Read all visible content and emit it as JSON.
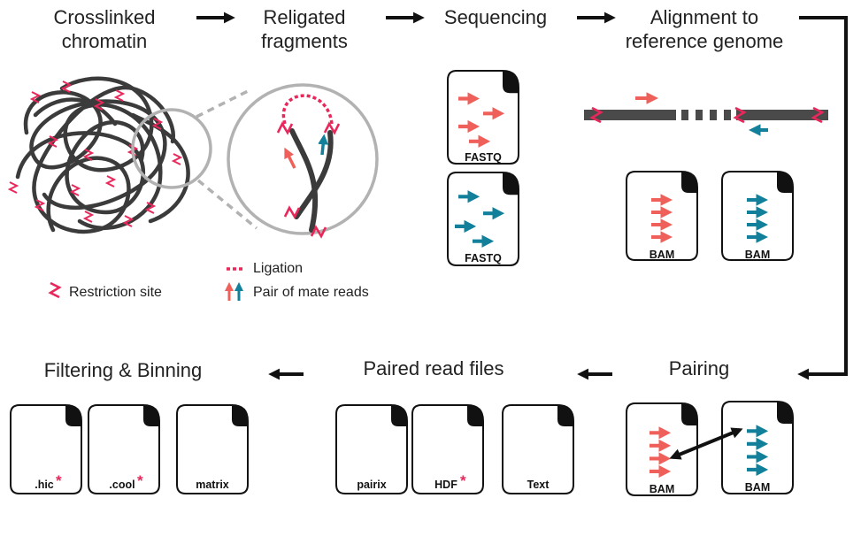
{
  "steps": {
    "crosslinked": [
      "Crosslinked",
      "chromatin"
    ],
    "religated": [
      "Religated",
      "fragments"
    ],
    "sequencing": "Sequencing",
    "alignment": [
      "Alignment to",
      "reference genome"
    ],
    "pairing": "Pairing",
    "paired_files": "Paired read files",
    "filtering": "Filtering & Binning"
  },
  "legend": {
    "restriction_site": "Restriction site",
    "ligation": "Ligation",
    "mate_reads": "Pair of mate reads"
  },
  "files": {
    "fastq_1": "FASTQ",
    "fastq_2": "FASTQ",
    "bam_red": "BAM",
    "bam_teal": "BAM",
    "pair_bam_red": "BAM",
    "pair_bam_teal": "BAM",
    "pairix": "pairix",
    "hdf": "HDF",
    "text": "Text",
    "hic": ".hic",
    "cool": ".cool",
    "matrix": "matrix"
  },
  "marks": {
    "asterisk": "*"
  },
  "colors": {
    "red": "#f0605a",
    "teal": "#12809a",
    "site": "#e8285a",
    "dark": "#3b3b3b",
    "gray": "#b2b2b2"
  }
}
